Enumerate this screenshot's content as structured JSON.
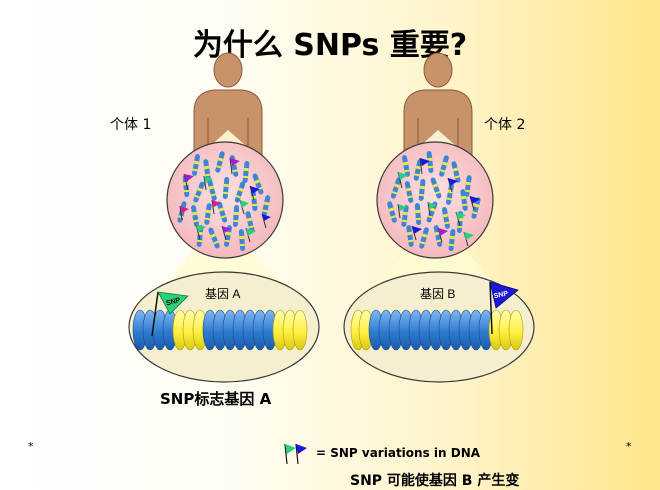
{
  "slide": {
    "title": "为什么 SNPs 重要?",
    "individual_1": "个体 1",
    "individual_2": "个体 2",
    "gene_a": "基因 A",
    "gene_b": "基因 B",
    "flag_label": "SNP",
    "caption": "SNP标志基因 A",
    "legend": "= SNP variations in DNA",
    "bottom_text": "SNP 可能使基因 B 产生变",
    "footer_mark_left": "*",
    "footer_mark_right": "*"
  },
  "colors": {
    "skin": "#c8926a",
    "cell_fill": "#f6c4c6",
    "chromosome": "#3d86d6",
    "band": "#f2e34a",
    "zoom_cone": "#fffbd1",
    "gene_bg": "#f6efcf",
    "dna_blue": "#3d86d6",
    "dna_yellow": "#fff15a",
    "flag_green": "#2ecf7a",
    "flag_blue": "#1a1ad6",
    "flag_purple": "#a020d0",
    "flag_magenta": "#e01a8a"
  }
}
